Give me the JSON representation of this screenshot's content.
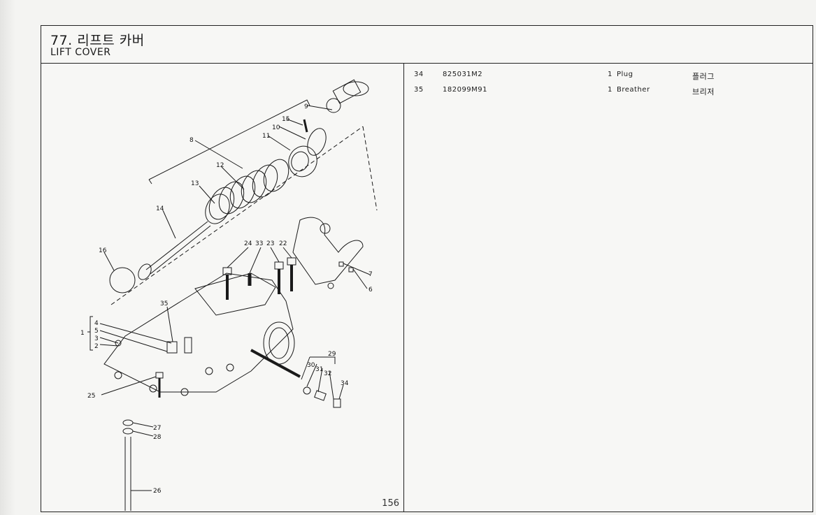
{
  "header": {
    "title_korean": "77. 리프트 카버",
    "title_english": "LIFT COVER"
  },
  "page_number": "156",
  "parts": [
    {
      "item": "34",
      "part_number": "825031M2",
      "qty": "1",
      "description": "Plug",
      "description_korean": "플러그"
    },
    {
      "item": "35",
      "part_number": "182099M91",
      "qty": "1",
      "description": "Breather",
      "description_korean": "브리저"
    }
  ],
  "callouts": {
    "c1": "1",
    "c2": "2",
    "c3": "3",
    "c4": "4",
    "c5": "5",
    "c6": "6",
    "c7": "7",
    "c8": "8",
    "c9": "9",
    "c10": "10",
    "c11": "11",
    "c12": "12",
    "c13": "13",
    "c14": "14",
    "c15": "15",
    "c16": "16",
    "c22": "22",
    "c23": "23",
    "c24": "24",
    "c25": "25",
    "c26": "26",
    "c27": "27",
    "c28": "28",
    "c29": "29",
    "c30": "30",
    "c31": "31",
    "c32": "32",
    "c33": "33",
    "c34": "34",
    "c35": "35"
  }
}
